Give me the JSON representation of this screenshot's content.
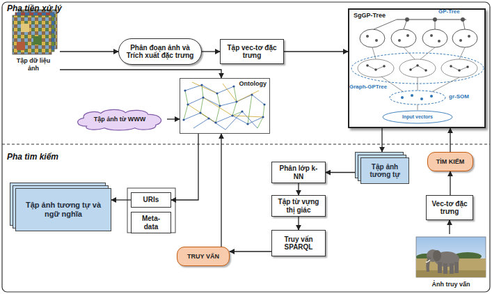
{
  "diagram": {
    "nodes": [
      {
        "text": [
          "Tập dữ liệu ảnh"
        ]
      },
      {
        "text": [
          "Phân đoạn ảnh và Trích xuất đặc trưng"
        ]
      },
      {
        "text": [
          "Tập vec-tơ đặc trưng"
        ]
      },
      {
        "text": [
          "SgGP-Tree"
        ]
      },
      {
        "text": [
          "Ontology"
        ]
      },
      {
        "text": [
          "Tập ảnh từ WWW"
        ]
      },
      {
        "text": [
          "Tập ảnh tương tự"
        ]
      },
      {
        "text": [
          "TÌM KIẾM"
        ]
      },
      {
        "text": [
          "Phân lớp k-NN"
        ]
      },
      {
        "text": [
          "Tập từ vựng thị giác"
        ]
      },
      {
        "text": [
          "Vec-tơ đặc trưng"
        ]
      },
      {
        "text": [
          "Truy vấn SPARQL"
        ]
      },
      {
        "text": [
          "TRUY VẤN"
        ]
      },
      {
        "text": [
          "URIs"
        ]
      },
      {
        "text": [
          "Meta-data"
        ]
      },
      {
        "text": [
          "Tập ảnh tương tự và ngữ nghĩa"
        ]
      },
      {
        "text": [
          "Ảnh truy vấn"
        ]
      }
    ],
    "edges": [
      {
        "from": 0,
        "to": 1,
        "arrow": "to"
      },
      {
        "from": 1,
        "to": 2,
        "arrow": "to"
      },
      {
        "from": 2,
        "to": 3,
        "arrow": "to"
      },
      {
        "from": 0,
        "to": 4,
        "arrow": "to"
      },
      {
        "from": 5,
        "to": 4,
        "arrow": "to"
      },
      {
        "from": 3,
        "to": 6,
        "arrow": "to"
      },
      {
        "from": 7,
        "to": 3,
        "arrow": "to"
      },
      {
        "from": 6,
        "to": 8,
        "arrow": "to"
      },
      {
        "from": 8,
        "to": 9,
        "arrow": "to"
      },
      {
        "from": 9,
        "to": 11,
        "arrow": "to"
      },
      {
        "from": 11,
        "to": 12,
        "arrow": "to"
      },
      {
        "from": 12,
        "to": 4,
        "arrow": "to"
      },
      {
        "from": 4,
        "to": 13,
        "arrow": "to"
      },
      {
        "from": 13,
        "to": 15,
        "arrow": "to"
      },
      {
        "from": 10,
        "to": 7,
        "arrow": "to"
      },
      {
        "from": 16,
        "to": 10,
        "arrow": "to"
      }
    ],
    "labels": [
      "Pha tiền xử lý",
      "Pha tìm kiếm",
      "GP-Tree",
      "Graph-GPTree",
      "gr-SOM",
      "Input vectors"
    ]
  }
}
